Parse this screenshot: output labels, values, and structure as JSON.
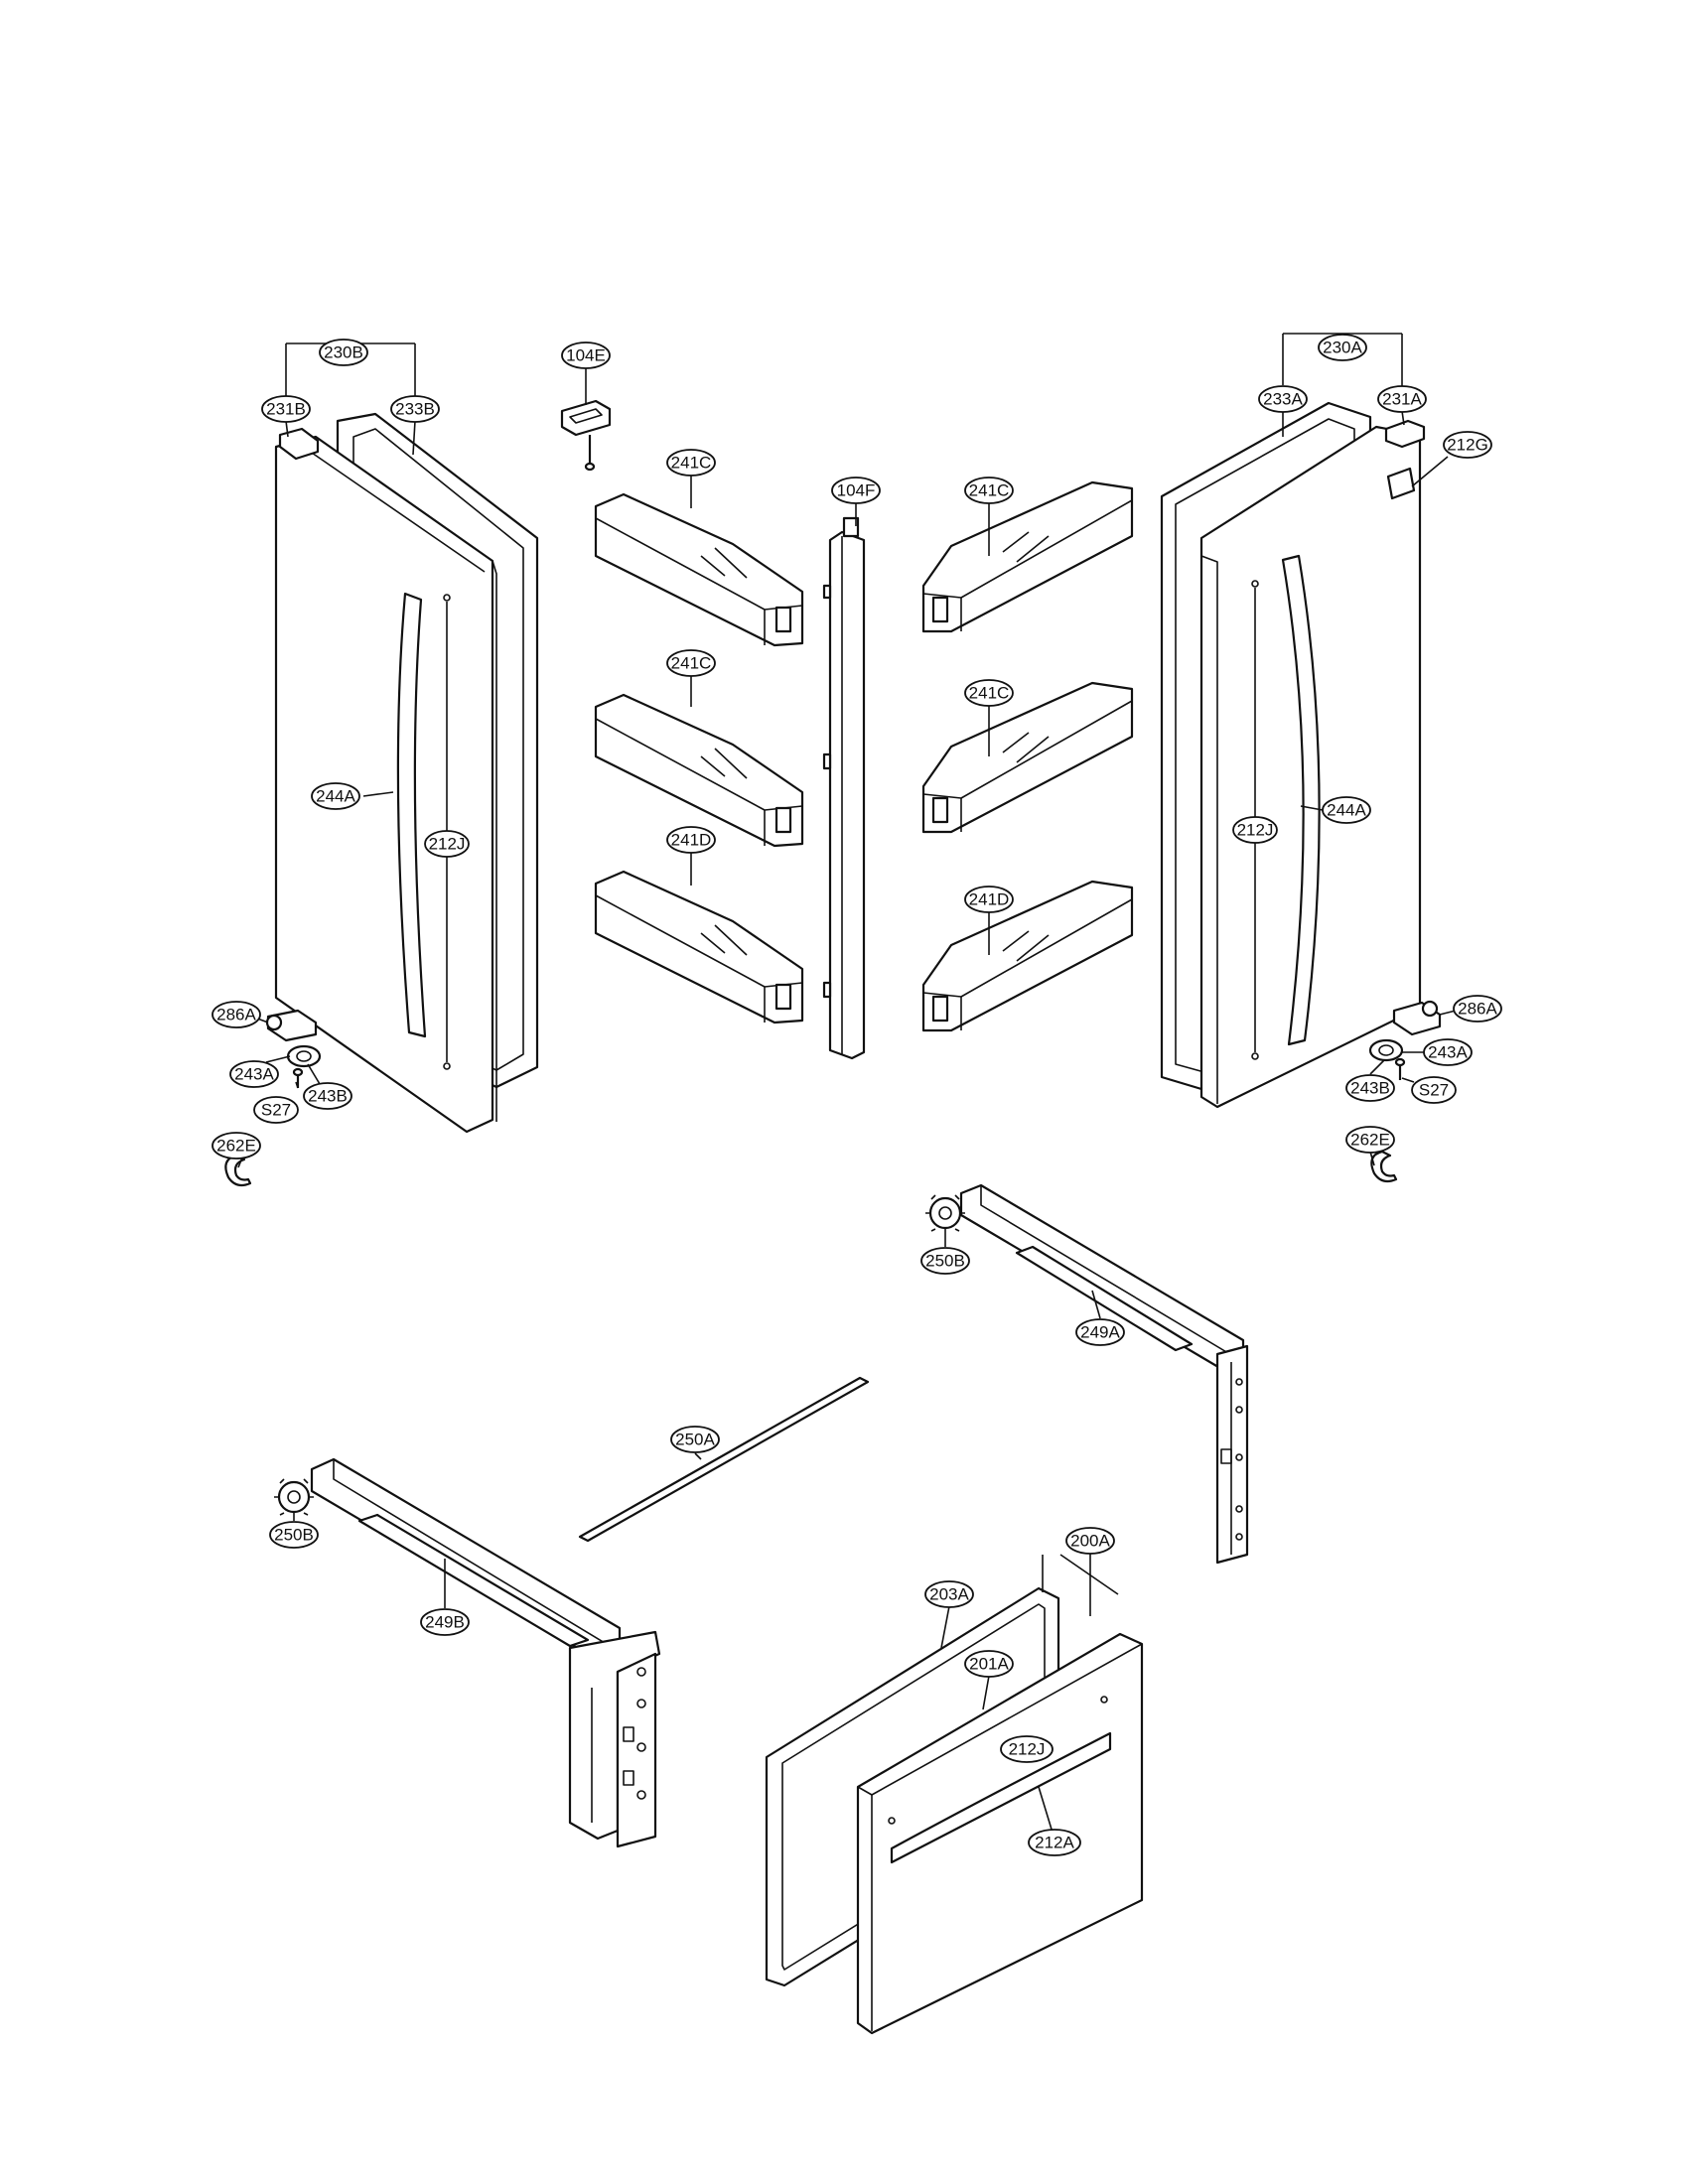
{
  "diagram": {
    "title": "",
    "callouts": {
      "c230B": "230B",
      "c231B": "231B",
      "c233B": "233B",
      "c104E": "104E",
      "c241C_l1": "241C",
      "c241C_l2": "241C",
      "c241D_l": "241D",
      "c104F": "104F",
      "c241C_r1": "241C",
      "c241C_r2": "241C",
      "c241D_r": "241D",
      "c230A": "230A",
      "c233A": "233A",
      "c231A": "231A",
      "c212G": "212G",
      "c244A_l": "244A",
      "c212J_l": "212J",
      "c212J_r": "212J",
      "c244A_r": "244A",
      "c286A_l": "286A",
      "c243A_l": "243A",
      "cS27_l": "S27",
      "c243B_l": "243B",
      "c262E_l": "262E",
      "c286A_r": "286A",
      "c243A_r": "243A",
      "c243B_r": "243B",
      "cS27_r": "S27",
      "c262E_r": "262E",
      "c250B_r": "250B",
      "c249A": "249A",
      "c250A": "250A",
      "c250B_l": "250B",
      "c249B": "249B",
      "c200A": "200A",
      "c203A": "203A",
      "c201A": "201A",
      "c212J_d": "212J",
      "c212A": "212A"
    }
  }
}
